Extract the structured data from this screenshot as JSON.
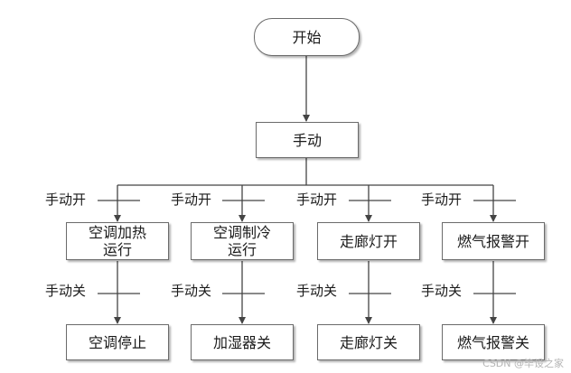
{
  "flowchart": {
    "start": "开始",
    "manual": "手动",
    "on_label": "手动开",
    "off_label": "手动关",
    "columns": [
      {
        "on": [
          "空调加热",
          "运行"
        ],
        "off": "空调停止"
      },
      {
        "on": [
          "空调制冷",
          "运行"
        ],
        "off": "加湿器关"
      },
      {
        "on": [
          "走廊灯开"
        ],
        "off": "走廊灯关"
      },
      {
        "on": [
          "燃气报警开"
        ],
        "off": "燃气报警关"
      }
    ]
  },
  "watermark": "CSDN @毕设之家",
  "colors": {
    "line": "#444444",
    "border": "#6b6b6b",
    "text": "#1a1a1a"
  }
}
